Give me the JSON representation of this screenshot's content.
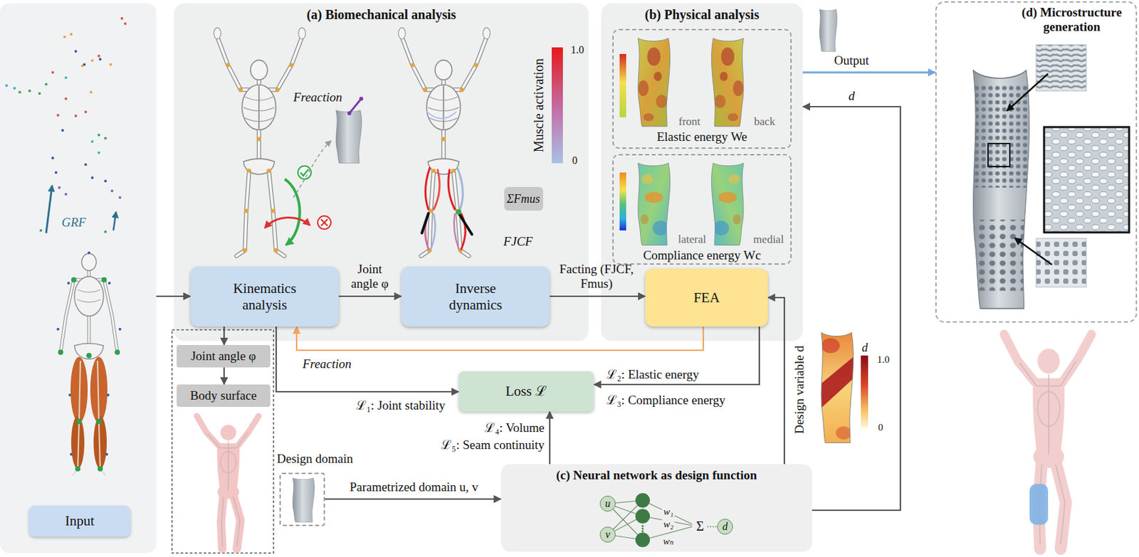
{
  "diagram": {
    "nodes": [
      {
        "text": [
          "Input"
        ]
      },
      {
        "text": [
          "(a) Biomechanical analysis"
        ]
      },
      {
        "text": [
          "ΣFmus"
        ],
        "in": 1
      },
      {
        "text": [
          "Kinematics analysis"
        ],
        "in": 1
      },
      {
        "text": [
          "Inverse dynamics"
        ],
        "in": 1
      },
      {
        "text": [
          "(b) Physical analysis"
        ]
      },
      {
        "text": [
          "Elastic energy We"
        ],
        "in": 5
      },
      {
        "text": [
          "Compliance energy Wc"
        ],
        "in": 5
      },
      {
        "text": [
          "FEA"
        ],
        "in": 5
      },
      {
        "text": [
          "(d) Microstructure generation"
        ]
      },
      {
        "text": [
          "Joint angle φ"
        ]
      },
      {
        "text": [
          "Body surface"
        ]
      },
      {
        "text": [
          "Loss ℒ"
        ]
      },
      {
        "text": [
          "Design domain"
        ]
      },
      {
        "text": [
          "(c) Neural network as design function"
        ]
      },
      {
        "text": [
          "u"
        ],
        "in": 14
      },
      {
        "text": [
          "v"
        ],
        "in": 14
      },
      {
        "text": [
          "d"
        ],
        "in": 14
      }
    ],
    "edges": [
      {
        "from": 0,
        "to": 3,
        "arrow": "to"
      },
      {
        "from": 3,
        "to": 4,
        "label": "Joint angle φ",
        "arrow": "to"
      },
      {
        "from": 4,
        "to": 8,
        "label": "Facting (FJCF, Fmus)",
        "arrow": "to"
      },
      {
        "from": 8,
        "to": 3,
        "label": "Freaction",
        "arrow": "to"
      },
      {
        "from": 3,
        "to": 10,
        "arrow": "to"
      },
      {
        "from": 10,
        "to": 11,
        "arrow": "to"
      },
      {
        "from": 3,
        "to": 12,
        "label": "ℒ₁: Joint stability",
        "arrow": "to"
      },
      {
        "from": 8,
        "to": 12,
        "label": "ℒ₂: Elastic energy",
        "arrow": "to"
      },
      {
        "from": 14,
        "to": 12,
        "label": "ℒ₄: Volume",
        "arrow": "to"
      },
      {
        "from": 13,
        "to": 14,
        "label": "Parametrized domain u, v",
        "arrow": "to"
      },
      {
        "from": 14,
        "to": 8,
        "label": "Design variable d",
        "arrow": "to"
      },
      {
        "from": 14,
        "to": 5,
        "label": "d",
        "arrow": "to"
      },
      {
        "from": 5,
        "to": 9,
        "label": "Output",
        "arrow": "to"
      }
    ],
    "labels": [
      "GRF",
      "Freaction",
      "Muscle activation",
      "1.0",
      "0",
      "FJCF",
      "front",
      "back",
      "lateral",
      "medial",
      "ℒ₃: Compliance energy",
      "ℒ₅: Seam continuity",
      "w₁",
      "w₂",
      "wₙ",
      "Σ",
      "d",
      "1.0",
      "0"
    ]
  }
}
